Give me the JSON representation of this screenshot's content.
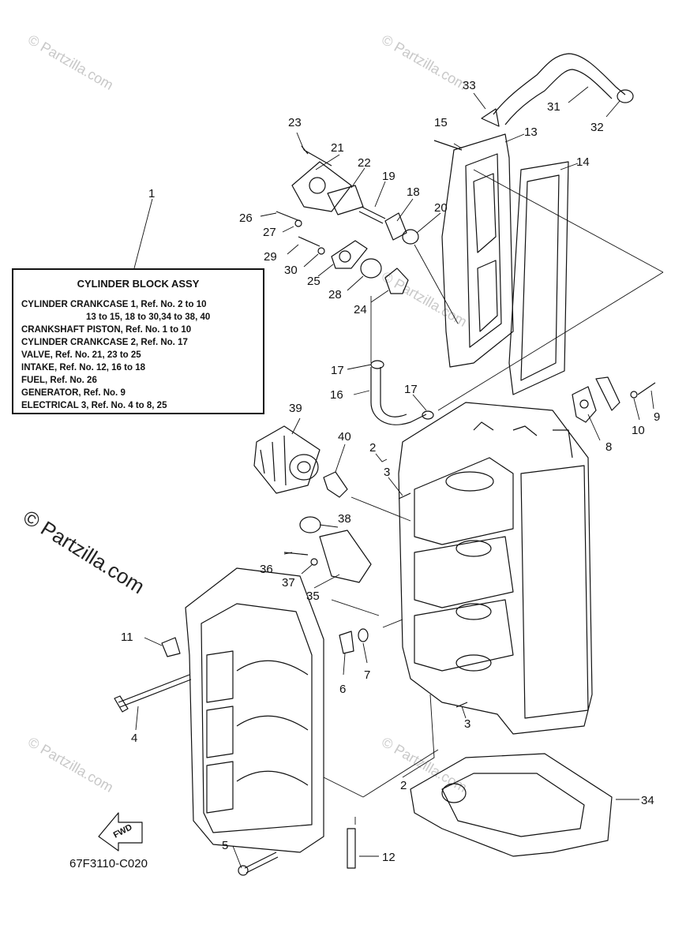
{
  "legend": {
    "title": "CYLINDER BLOCK ASSY",
    "lines": [
      "CYLINDER CRANKCASE 1, Ref. No. 2 to 10",
      "13 to 15, 18 to 30,34 to 38, 40",
      "CRANKSHAFT PISTON, Ref. No. 1 to 10",
      "CYLINDER CRANKCASE 2, Ref. No. 17",
      "VALVE, Ref. No. 21, 23 to 25",
      "INTAKE, Ref. No. 12, 16 to 18",
      "FUEL, Ref. No. 26",
      "GENERATOR, Ref. No. 9",
      "ELECTRICAL 3, Ref. No. 4 to 8, 25"
    ]
  },
  "callouts": [
    "1",
    "2",
    "2",
    "3",
    "3",
    "4",
    "5",
    "6",
    "7",
    "8",
    "9",
    "10",
    "11",
    "12",
    "13",
    "14",
    "15",
    "16",
    "17",
    "17",
    "18",
    "19",
    "20",
    "21",
    "22",
    "23",
    "24",
    "25",
    "26",
    "27",
    "28",
    "29",
    "30",
    "31",
    "32",
    "33",
    "34",
    "35",
    "36",
    "37",
    "38",
    "39",
    "40"
  ],
  "fwd_label": "FWD",
  "drawing_code": "67F3110-C020",
  "watermark": {
    "text": "© Partzilla.com",
    "large": "© Partzilla.com"
  }
}
